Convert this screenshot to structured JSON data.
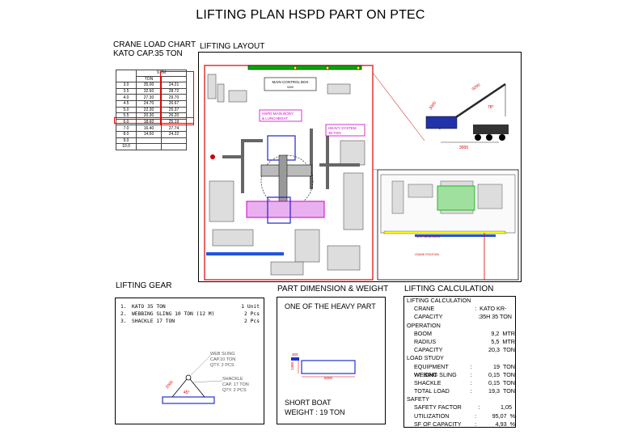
{
  "title": "LIFTING PLAN HSPD PART ON PTEC",
  "load_chart": {
    "heading1": "CRANE LOAD CHART",
    "heading2": "KATO CAP.35 TON",
    "boom_header": "9.2M",
    "unit_header": "TON",
    "rows": [
      [
        "3.0",
        "35.00",
        "24.21"
      ],
      [
        "3.5",
        "32.60",
        "28.72"
      ],
      [
        "4.0",
        "27.30",
        "29.70"
      ],
      [
        "4.5",
        "24.70",
        "26.67"
      ],
      [
        "5.0",
        "22.30",
        "25.37"
      ],
      [
        "5.5",
        "20.30",
        "26.20"
      ],
      [
        "6.0",
        "18.60",
        "25.19"
      ],
      [
        "7.0",
        "16.40",
        "27.74"
      ],
      [
        "8.0",
        "14.50",
        "24.22"
      ],
      [
        "9.0",
        "",
        ""
      ],
      [
        "10.0",
        "",
        ""
      ]
    ]
  },
  "layout": {
    "heading": "LIFTING LAYOUT",
    "main_control_box": "MAIN CONTROL BOX",
    "main_control_sub": "0400",
    "hspd_label_1": "HSPD MAIN BODY",
    "hspd_label_2": "& LUNCHBOAT",
    "heavy_label_1": "HEAVY SYSTEM",
    "heavy_label_2": "35 TON",
    "crane_dim_left": "3000",
    "crane_dim_top": "9200",
    "crane_angle": "78°",
    "crane_dim_bottom": "3000",
    "inset_text_1": "SHIP WIND DECK",
    "inset_text_2": "CRANE POSITION"
  },
  "gear": {
    "heading": "LIFTING GEAR",
    "items": [
      {
        "no": "1.",
        "name": "KATO 35 TON",
        "qty": "1 Unit"
      },
      {
        "no": "2.",
        "name": "WEBBING SLING 10 TON (12 M)",
        "qty": "2 Pcs"
      },
      {
        "no": "3.",
        "name": "SHACKLE 17 TON",
        "qty": "2 Pcs"
      }
    ],
    "sling_label": [
      "WEB SLING",
      "CAP.10 TON",
      "QTY. 2 PCS"
    ],
    "shackle_label": [
      "SHACKLE",
      "CAP. 17 TON",
      "QTY. 2 PCS"
    ],
    "dim_1": "2000",
    "dim_2": "45°"
  },
  "part": {
    "heading": "PART DIMENSION & WEIGHT",
    "sub": "ONE OF THE HEAVY PART",
    "dim_h": "1300",
    "dim_top": "300",
    "dim_len": "6000",
    "name": "SHORT BOAT",
    "weight": "WEIGHT : 19 TON"
  },
  "calc": {
    "heading": "LIFTING CALCULATION",
    "rows": [
      {
        "type": "hdr",
        "label": "LIFTING CALCULATION"
      },
      {
        "type": "item",
        "label": "CRANE",
        "colon": ":",
        "val": "KATO KR-35H",
        "unit": ""
      },
      {
        "type": "item",
        "label": "CAPACITY",
        "colon": ":",
        "val": "35 TON",
        "unit": ""
      },
      {
        "type": "hdr",
        "label": "OPERATION"
      },
      {
        "type": "item",
        "label": "BOOM",
        "colon": "",
        "val": "9,2",
        "unit": "MTR"
      },
      {
        "type": "item",
        "label": "RADIUS",
        "colon": "",
        "val": "5,5",
        "unit": "MTR"
      },
      {
        "type": "item",
        "label": "CAPACITY",
        "colon": "",
        "val": "20,3",
        "unit": "TON"
      },
      {
        "type": "hdr",
        "label": "LOAD STUDY"
      },
      {
        "type": "item",
        "label": "EQUIPMENT WEIGHT",
        "colon": ":",
        "val": "19",
        "unit": "TON"
      },
      {
        "type": "item",
        "label": "WEBING SLING",
        "colon": ":",
        "val": "0,15",
        "unit": "TON"
      },
      {
        "type": "item",
        "label": "SHACKLE",
        "colon": ":",
        "val": "0,15",
        "unit": "TON"
      },
      {
        "type": "item",
        "label": "TOTAL LOAD",
        "colon": ":",
        "val": "19,3",
        "unit": "TON"
      },
      {
        "type": "hdr",
        "label": "SAFETY"
      },
      {
        "type": "item",
        "label": "SAFETY FACTOR",
        "colon": ":",
        "val": "1,05",
        "unit": ""
      },
      {
        "type": "item",
        "label": "UTILIZATION",
        "colon": ":",
        "val": "95,07",
        "unit": "%"
      },
      {
        "type": "item",
        "label": "SF OF CAPACITY",
        "colon": ":",
        "val": "4,93",
        "unit": "%"
      }
    ]
  }
}
